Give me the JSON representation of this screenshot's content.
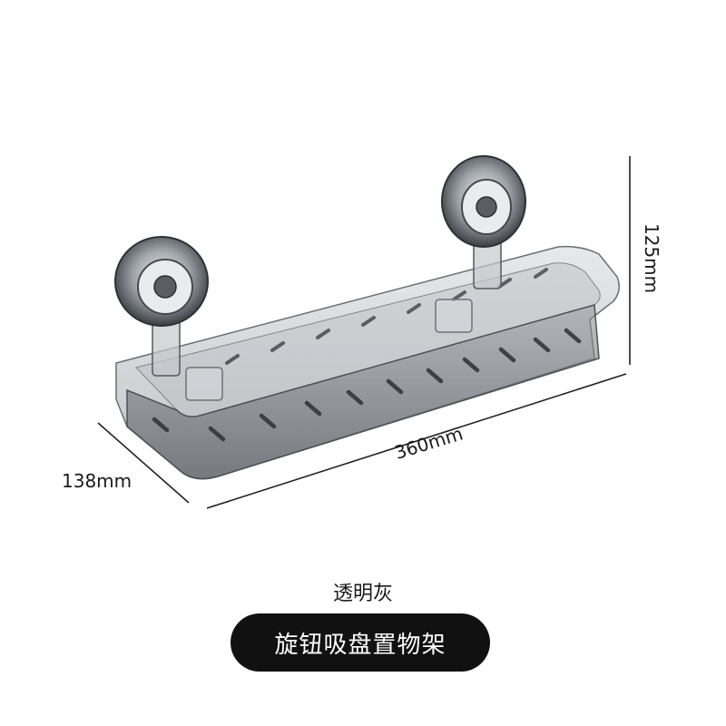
{
  "dimensions": {
    "width": "360mm",
    "depth": "138mm",
    "height": "125mm"
  },
  "color_name": "透明灰",
  "product_title": "旋钮吸盘置物架"
}
